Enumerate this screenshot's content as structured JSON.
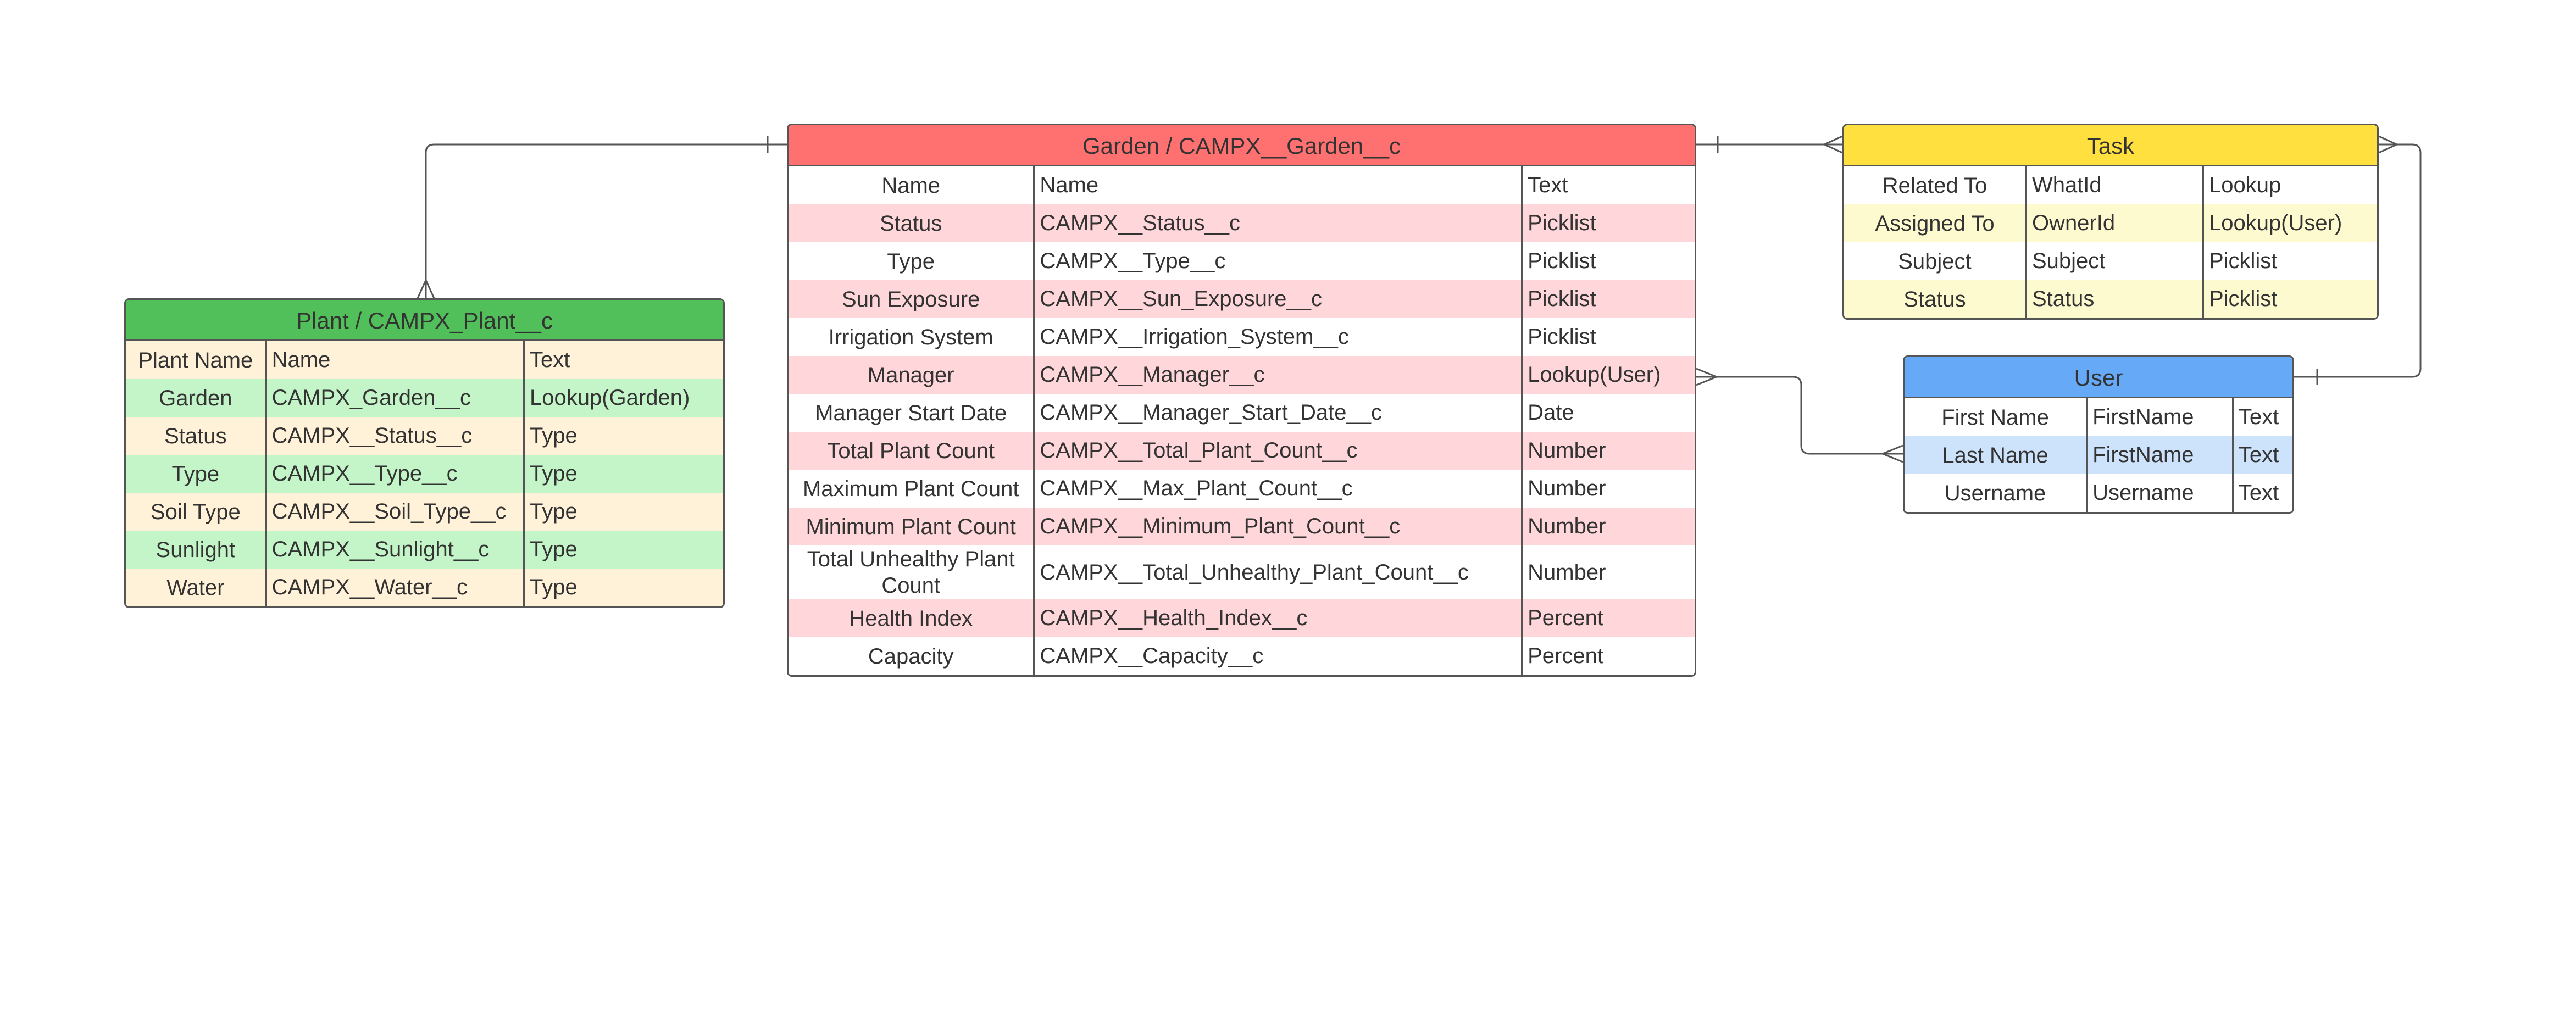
{
  "colors": {
    "border": "#555555",
    "line": "#555555",
    "plant_header": "#52c05a",
    "plant_row_a": "#fff2d9",
    "plant_row_b": "#c3f5c8",
    "garden_header": "#ff7070",
    "garden_row_a": "#ffffff",
    "garden_row_b": "#ffd6da",
    "task_header": "#ffe03e",
    "task_row_a": "#ffffff",
    "task_row_b": "#fefad0",
    "user_header": "#66aaf7",
    "user_row_a": "#ffffff",
    "user_row_b": "#cde3fb"
  },
  "entities": {
    "plant": {
      "title": "Plant / CAMPX_Plant__c",
      "rows": [
        [
          "Plant Name",
          "Name",
          "Text"
        ],
        [
          "Garden",
          "CAMPX_Garden__c",
          "Lookup(Garden)"
        ],
        [
          "Status",
          "CAMPX__Status__c",
          "Type"
        ],
        [
          "Type",
          "CAMPX__Type__c",
          "Type"
        ],
        [
          "Soil Type",
          "CAMPX__Soil_Type__c",
          "Type"
        ],
        [
          "Sunlight",
          "CAMPX__Sunlight__c",
          "Type"
        ],
        [
          "Water",
          "CAMPX__Water__c",
          "Type"
        ]
      ]
    },
    "garden": {
      "title": "Garden / CAMPX__Garden__c",
      "rows": [
        [
          "Name",
          "Name",
          "Text"
        ],
        [
          "Status",
          "CAMPX__Status__c",
          "Picklist"
        ],
        [
          "Type",
          "CAMPX__Type__c",
          "Picklist"
        ],
        [
          "Sun Exposure",
          "CAMPX__Sun_Exposure__c",
          "Picklist"
        ],
        [
          "Irrigation System",
          "CAMPX__Irrigation_System__c",
          "Picklist"
        ],
        [
          "Manager",
          "CAMPX__Manager__c",
          "Lookup(User)"
        ],
        [
          "Manager Start Date",
          "CAMPX__Manager_Start_Date__c",
          "Date"
        ],
        [
          "Total Plant Count",
          "CAMPX__Total_Plant_Count__c",
          "Number"
        ],
        [
          "Maximum Plant Count",
          "CAMPX__Max_Plant_Count__c",
          "Number"
        ],
        [
          "Minimum Plant Count",
          "CAMPX__Minimum_Plant_Count__c",
          "Number"
        ],
        [
          "Total Unhealthy Plant Count",
          "CAMPX__Total_Unhealthy_Plant_Count__c",
          "Number"
        ],
        [
          "Health Index",
          "CAMPX__Health_Index__c",
          "Percent"
        ],
        [
          "Capacity",
          "CAMPX__Capacity__c",
          "Percent"
        ]
      ]
    },
    "task": {
      "title": "Task",
      "rows": [
        [
          "Related To",
          "WhatId",
          "Lookup"
        ],
        [
          "Assigned To",
          "OwnerId",
          "Lookup(User)"
        ],
        [
          "Subject",
          "Subject",
          "Picklist"
        ],
        [
          "Status",
          "Status",
          "Picklist"
        ]
      ]
    },
    "user": {
      "title": "User",
      "rows": [
        [
          "First Name",
          "FirstName",
          "Text"
        ],
        [
          "Last Name",
          "FirstName",
          "Text"
        ],
        [
          "Username",
          "Username",
          "Text"
        ]
      ]
    }
  }
}
